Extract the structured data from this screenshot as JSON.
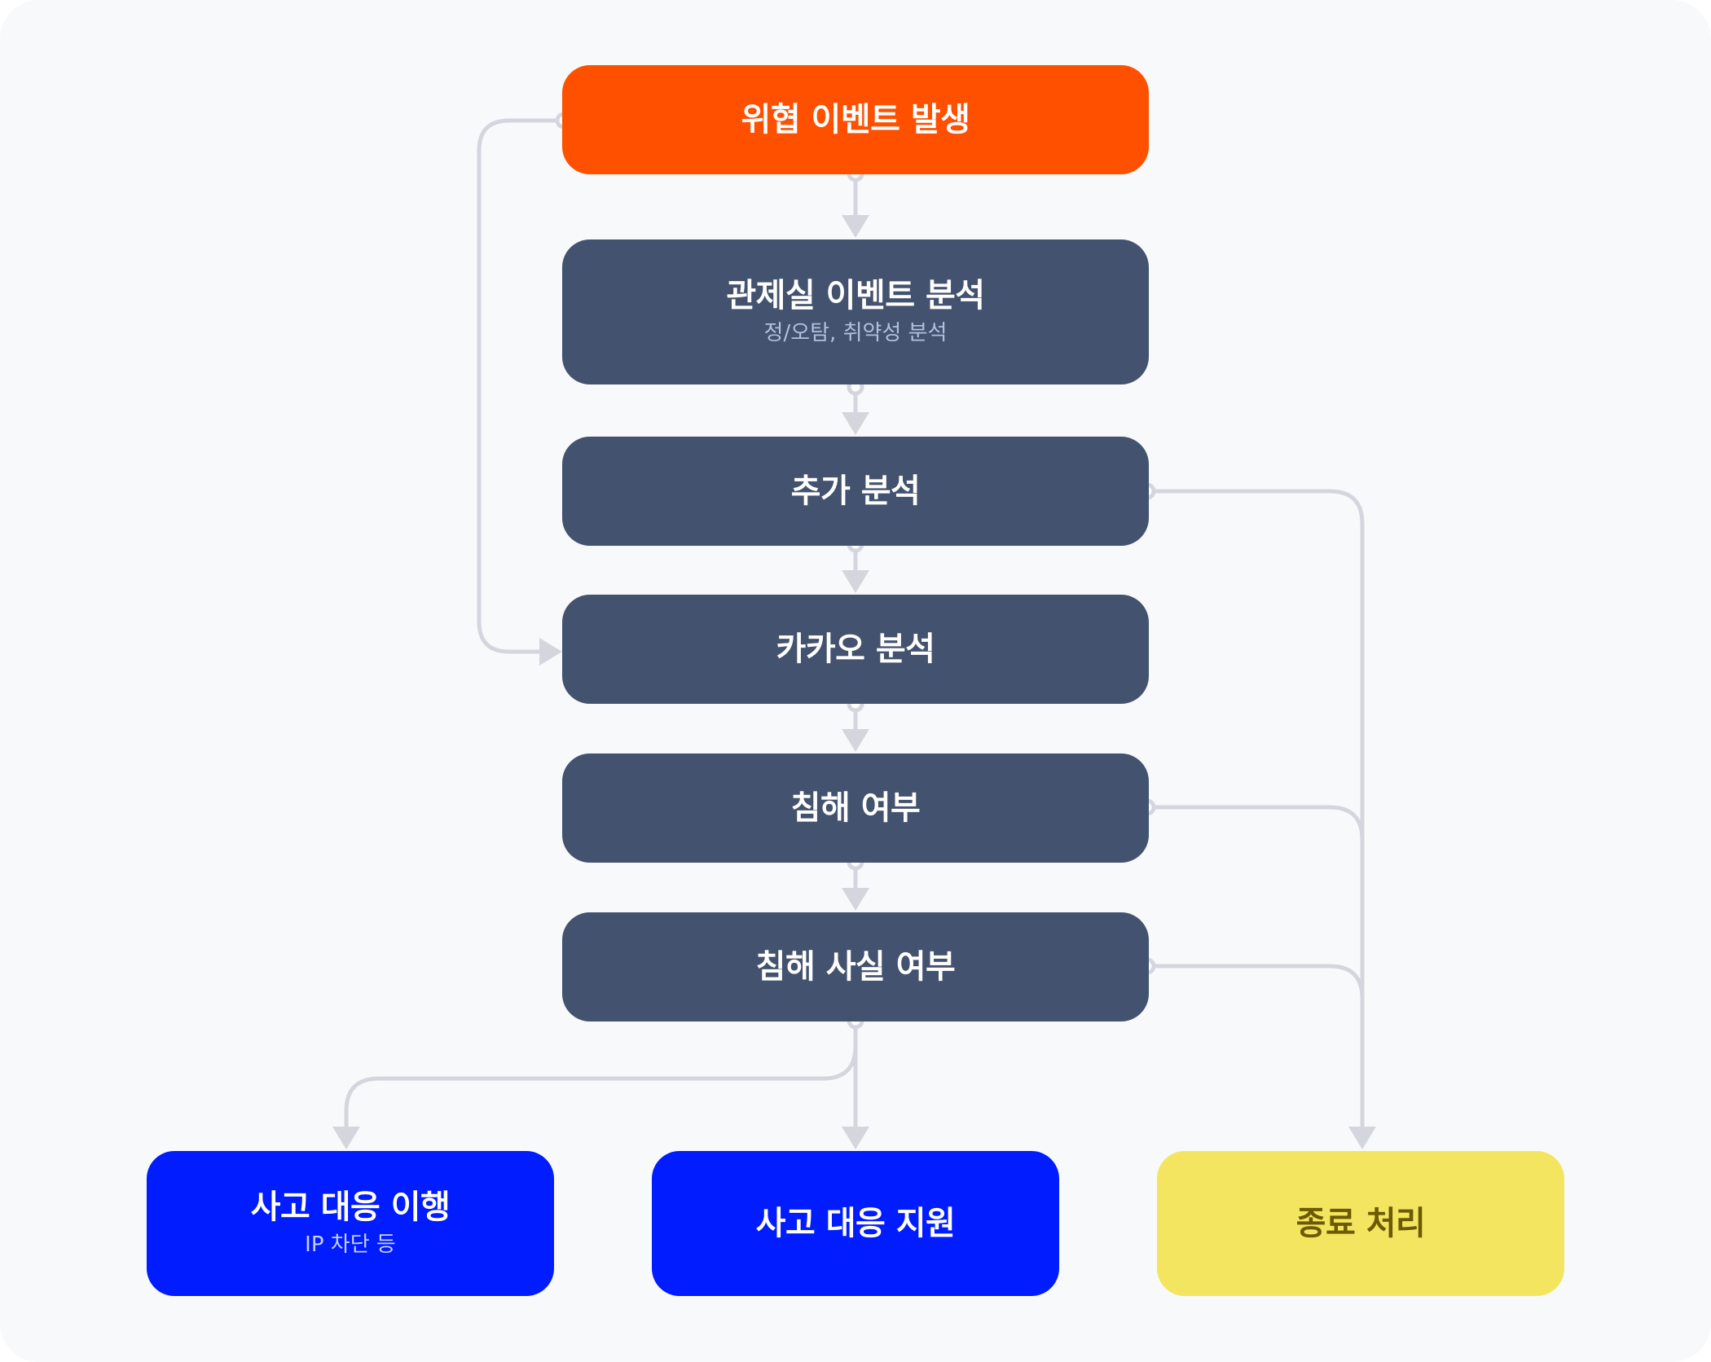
{
  "colors": {
    "panel": "#f8f9fb",
    "connector": "#d4d6de",
    "dot_fill": "#ffffff",
    "trigger_bg": "#ff5000",
    "analysis_bg": "#43526e",
    "analysis_sub_text": "#b3bfe0",
    "action_bg": "#001cff",
    "action_sub_text": "#c8cfff",
    "end_bg": "#f4e561",
    "end_text": "#6b5a00",
    "white_text": "#ffffff"
  },
  "nodes": {
    "threat_event": {
      "title": "위협 이벤트 발생"
    },
    "control_analysis": {
      "title": "관제실 이벤트 분석",
      "subtitle": "정/오탐, 취약성 분석"
    },
    "additional_analysis": {
      "title": "추가 분석"
    },
    "kakao_analysis": {
      "title": "카카오 분석"
    },
    "breach_check": {
      "title": "침해 여부"
    },
    "breach_fact_check": {
      "title": "침해 사실 여부"
    },
    "incident_response": {
      "title": "사고 대응 이행",
      "subtitle": "IP 차단 등"
    },
    "incident_support": {
      "title": "사고 대응 지원"
    },
    "close": {
      "title": "종료 처리"
    }
  }
}
